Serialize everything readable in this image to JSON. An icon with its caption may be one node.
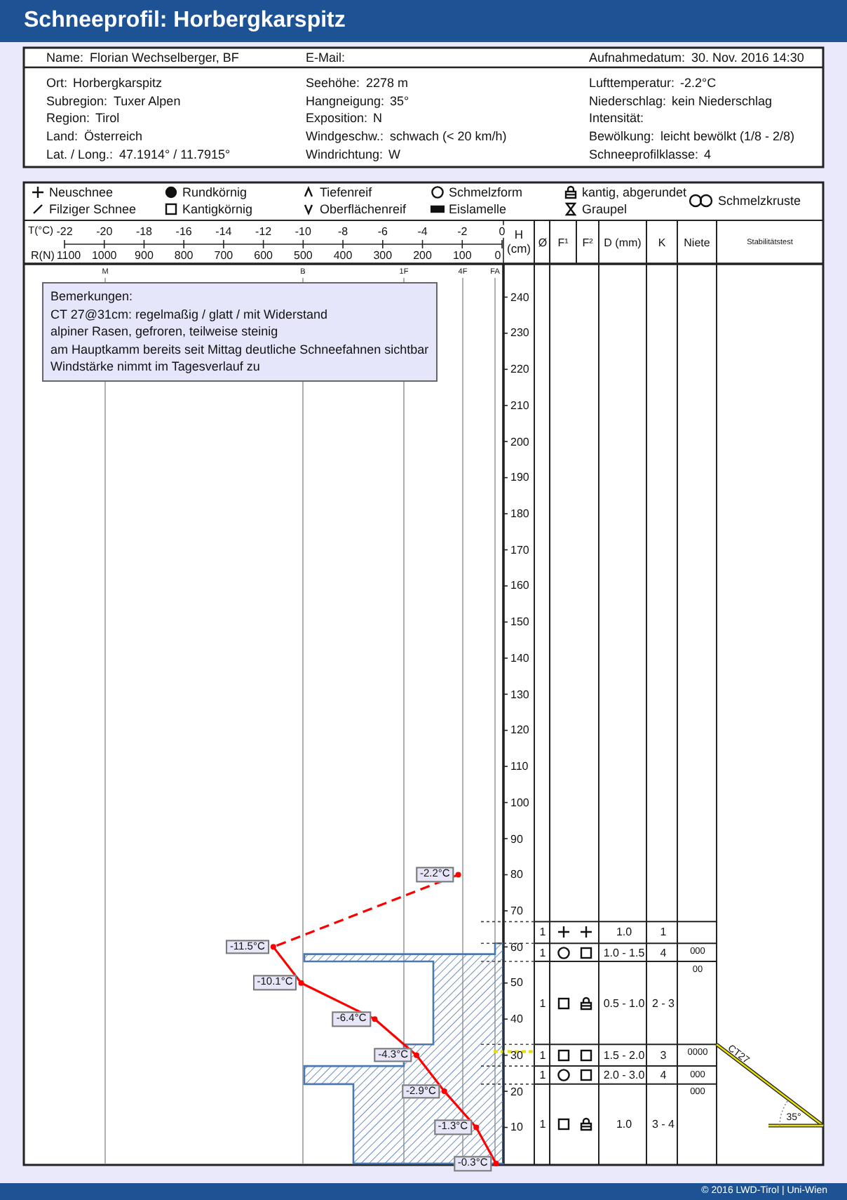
{
  "diagram": {
    "title": "Schneeprofil: Horbergkarspitz",
    "nodes": [
      {
        "text": [
          "Bemerkungen:",
          "CT 27@31cm: regelmaßig / glatt / mit Widerstand",
          "alpiner Rasen, gefroren, teilweise steinig",
          "am Hauptkamm bereits seit Mittag deutliche Schneefahnen sichtbar",
          "Windstärke nimmt im Tagesverlauf zu"
        ]
      }
    ],
    "labels": [
      "Name:",
      "Florian Wechselberger, BF",
      "E-Mail:",
      "Aufnahmedatum:",
      "30. Nov. 2016 14:30",
      "Ort:",
      "Horbergkarspitz",
      "Seehöhe:",
      "2278 m",
      "Lufttemperatur:",
      "-2.2°C",
      "Subregion:",
      "Tuxer Alpen",
      "Hangneigung:",
      "35°",
      "Niederschlag:",
      "kein Niederschlag",
      "Region:",
      "Tirol",
      "Exposition:",
      "N",
      "Intensität:",
      "Land:",
      "Österreich",
      "Windgeschw.:",
      "schwach (< 20 km/h)",
      "Bewölkung:",
      "leicht bewölkt (1/8 - 2/8)",
      "Lat. / Long.:",
      "47.1914° / 11.7915°",
      "Windrichtung:",
      "W",
      "Schneeprofilklasse:",
      "4",
      "R(N)",
      "1100",
      "1000",
      "900",
      "800",
      "700",
      "600",
      "500",
      "400",
      "300",
      "200",
      "100",
      "0",
      "M",
      "B",
      "1F",
      "4F",
      "FA",
      "Ø",
      "F¹",
      "F²",
      "D (mm)",
      "K",
      "Niete",
      "Stabilitätstest",
      "1",
      "1.0",
      "1",
      "1",
      "1.0 - 1.5",
      "4",
      "000",
      "1",
      "0.5 - 1.0",
      "2 - 3",
      "00",
      "1",
      "1.5 - 2.0",
      "3",
      "0000",
      "1",
      "2.0 - 3.0",
      "4",
      "000",
      "1",
      "1.0",
      "3 - 4",
      "000",
      "CT27",
      "35°",
      "© 2016 LWD-Tirol | Uni-Wien"
    ],
    "legend": [
      {
        "text": "Neuschnee"
      },
      {
        "text": "Rundkörnig"
      },
      {
        "text": "Tiefenreif"
      },
      {
        "text": "Schmelzform"
      },
      {
        "text": "kantig, abgerundet"
      },
      {
        "text": "Schmelzkruste"
      },
      {
        "text": "Filziger Schnee"
      },
      {
        "text": "Kantigkörnig"
      },
      {
        "text": "Oberflächenreif"
      },
      {
        "text": "Eislamelle"
      },
      {
        "text": "Graupel"
      }
    ],
    "chart_data": {
      "type": "line",
      "xlabel": "T(°C)",
      "ylabel": "H (cm)",
      "x": [
        -2.2,
        -11.5,
        -10.1,
        -6.4,
        -4.3,
        -2.9,
        -1.3,
        -0.3
      ],
      "series": [
        {
          "color": "#ff0000",
          "marker": "circle",
          "values": [
            80,
            60,
            50,
            40,
            30,
            20,
            10,
            0
          ]
        }
      ],
      "xlim": [
        -22,
        0
      ],
      "ylim": [
        0,
        250
      ],
      "xticks": [
        -22,
        -20,
        -18,
        -16,
        -14,
        -12,
        -10,
        -8,
        -6,
        -4,
        -2,
        0
      ],
      "yticks": [
        10,
        20,
        30,
        40,
        50,
        60,
        70,
        80,
        90,
        100,
        110,
        120,
        130,
        140,
        150,
        160,
        170,
        180,
        190,
        200,
        210,
        220,
        230,
        240
      ],
      "value_labels": [
        "-2.2°C",
        "-11.5°C",
        "-10.1°C",
        "-6.4°C",
        "-4.3°C",
        "-2.9°C",
        "-1.3°C",
        "-0.3°C"
      ]
    }
  }
}
